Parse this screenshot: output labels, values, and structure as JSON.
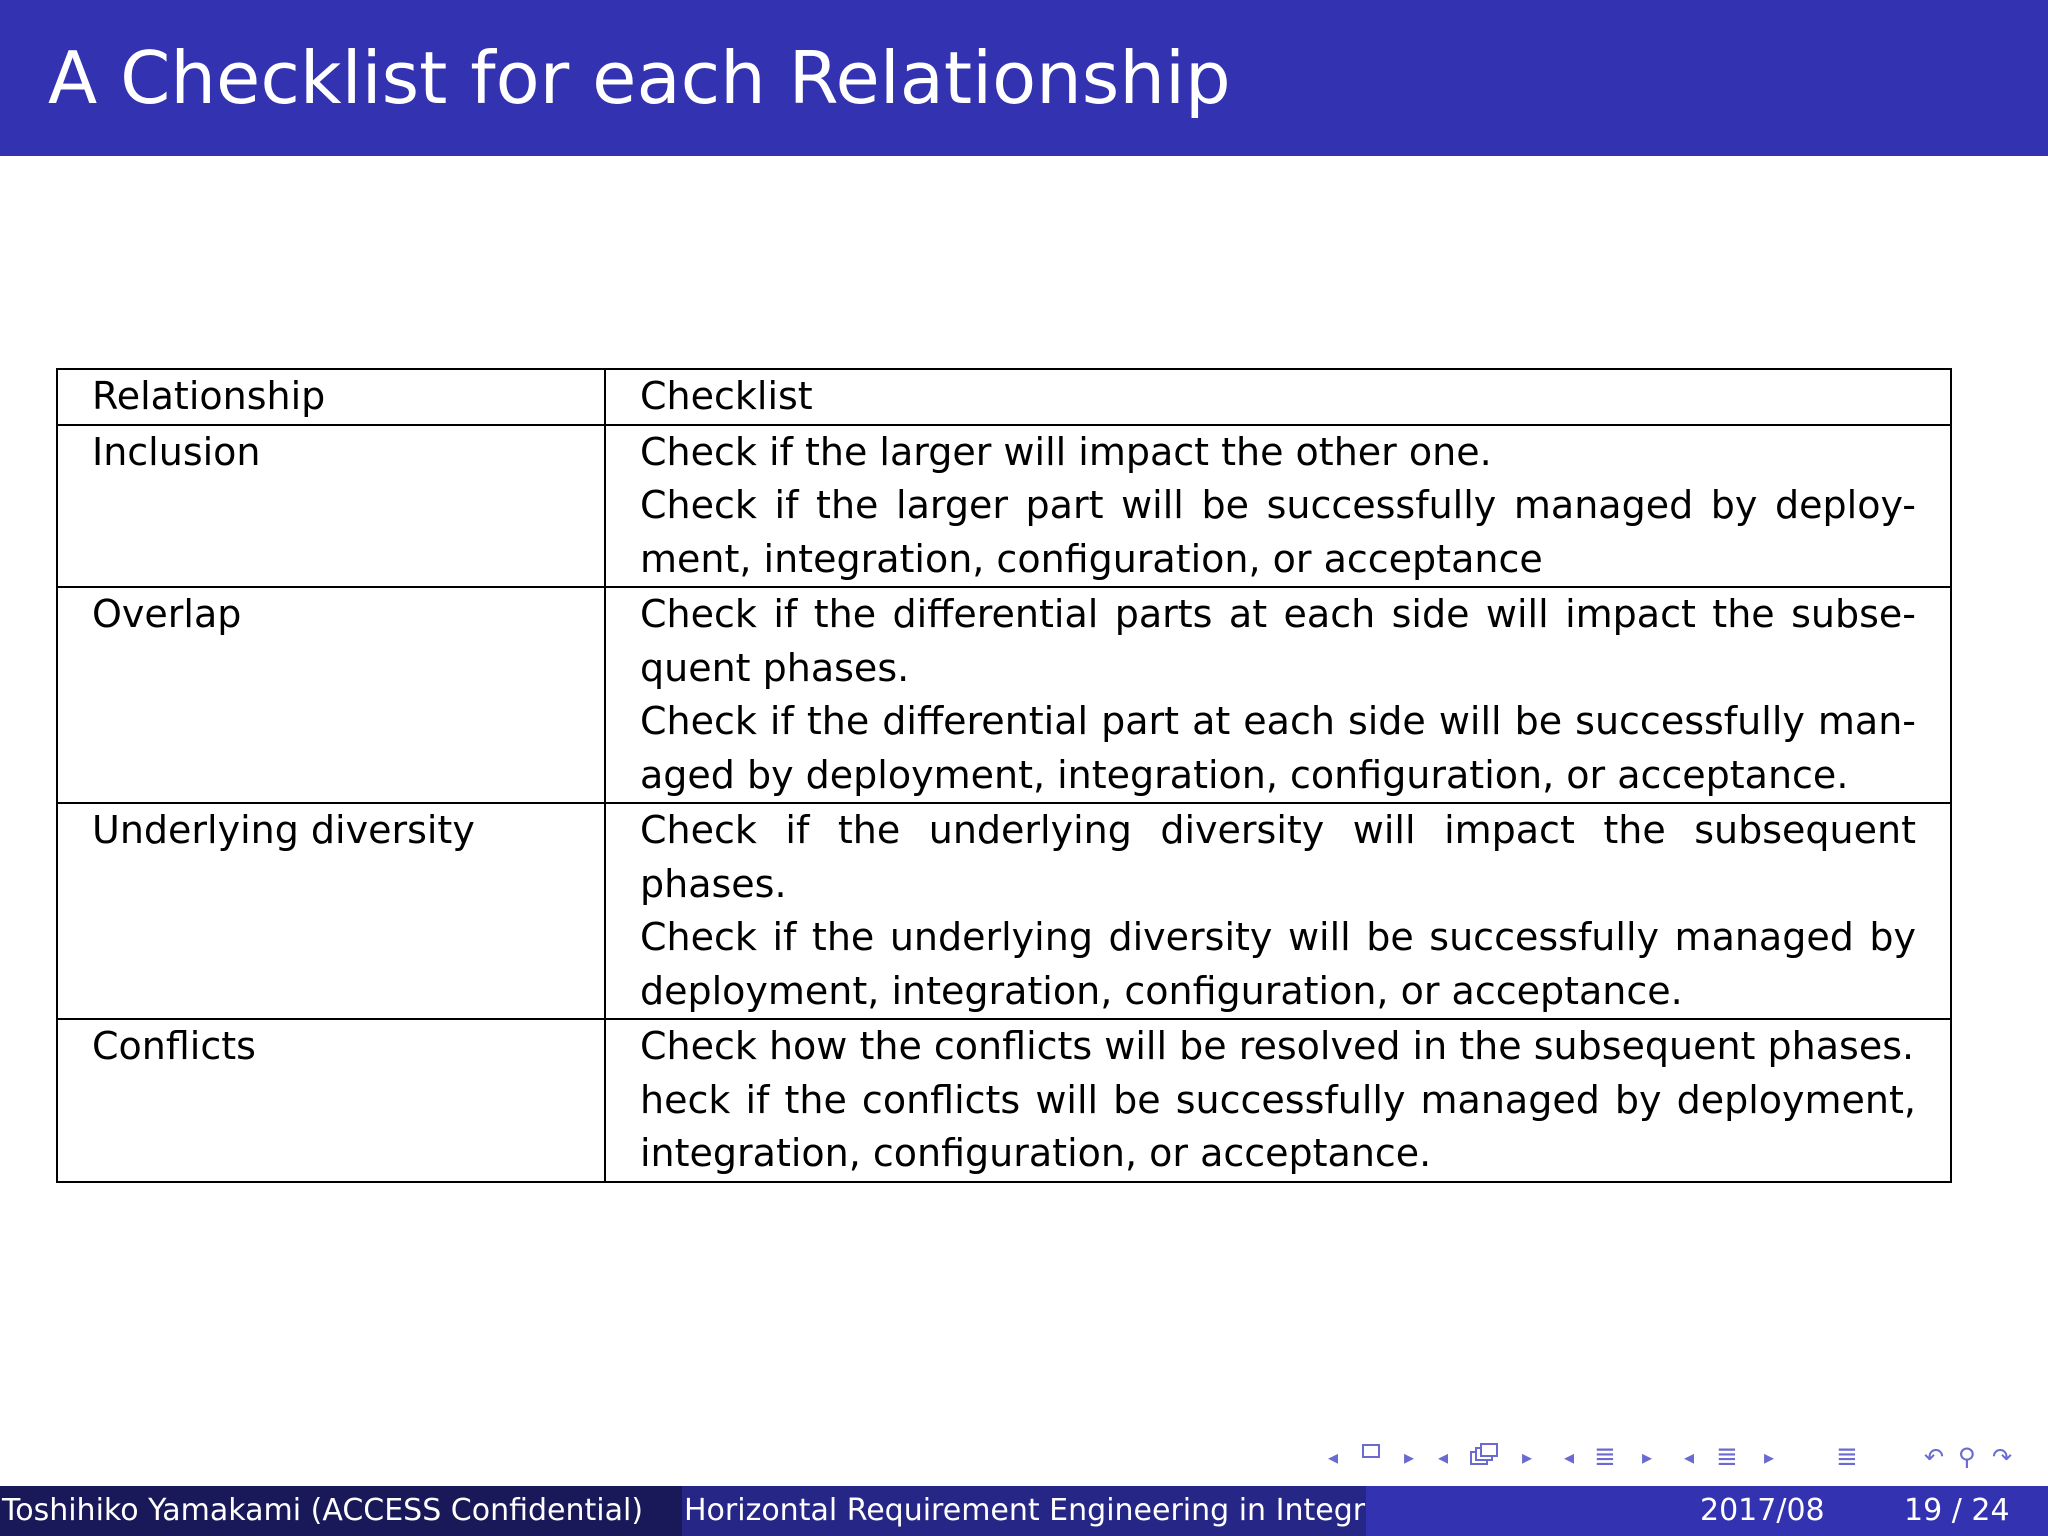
{
  "slide": {
    "title": "A Checklist for each Relationship"
  },
  "table": {
    "header": {
      "relationship": "Relationship",
      "checklist": "Checklist"
    },
    "rows": [
      {
        "relationship": "Inclusion",
        "checks": [
          "Check if the larger will impact the other one.",
          "Check if the larger part will be successfully managed by deploy-ment, integration, configuration, or acceptance"
        ]
      },
      {
        "relationship": "Overlap",
        "checks": [
          "Check if the differential parts at each side will impact the subse-quent phases.",
          "Check if the differential part at each side will be successfully man-aged by deployment, integration, configuration, or acceptance."
        ]
      },
      {
        "relationship": "Underlying diversity",
        "checks": [
          "Check if the underlying diversity will impact the subsequent phases.",
          "Check if the underlying diversity will be successfully managed by deployment, integration, configuration, or acceptance."
        ]
      },
      {
        "relationship": "Conflicts",
        "checks": [
          "Check how the conflicts will be resolved in the subsequent phases.",
          "heck if the conflicts will be successfully managed by deployment, integration, configuration, or acceptance."
        ]
      }
    ]
  },
  "navigation": {
    "icons": [
      "frame-prev-icon",
      "frame-icon",
      "frame-next-icon",
      "subsection-prev-icon",
      "subsection-icon",
      "subsection-next-icon",
      "section-prev-icon",
      "section-icon",
      "section-next-icon",
      "subsection-prev-2-icon",
      "subsection-2-icon",
      "subsection-next-2-icon",
      "toc-icon",
      "undo-icon",
      "search-icon",
      "redo-icon"
    ]
  },
  "footer": {
    "author": "Toshihiko Yamakami  (ACCESS Confidential)",
    "talk_title": "Horizontal Requirement Engineering in Integration of Multiple Uncertain Requirements",
    "date": "2017/08",
    "page": "19 / 24"
  },
  "colors": {
    "title_bar": "#3333b2",
    "footer_left": "#191959",
    "footer_mid": "#262686",
    "footer_right": "#3333b2",
    "nav_icons": "#6a6ad0"
  }
}
